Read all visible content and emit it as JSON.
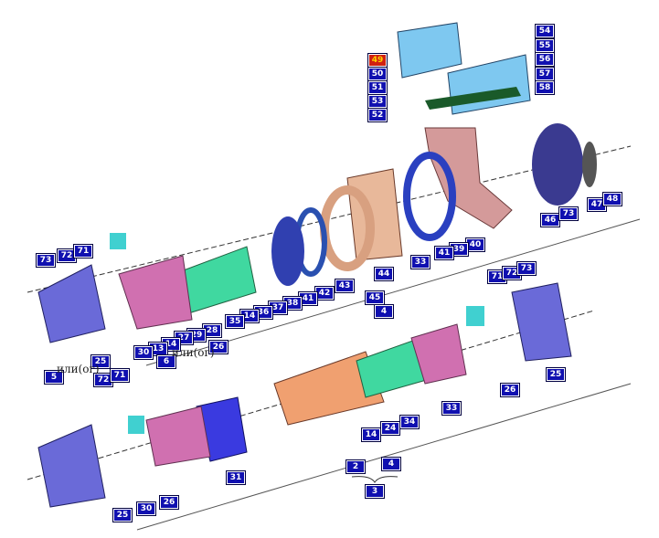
{
  "callouts": [
    {
      "id": "54"
    },
    {
      "id": "55"
    },
    {
      "id": "56"
    },
    {
      "id": "57"
    },
    {
      "id": "58"
    },
    {
      "id": "49",
      "highlight": true
    },
    {
      "id": "50"
    },
    {
      "id": "51"
    },
    {
      "id": "53"
    },
    {
      "id": "52"
    },
    {
      "id": "40"
    },
    {
      "id": "39"
    },
    {
      "id": "41"
    },
    {
      "id": "33"
    },
    {
      "id": "44"
    },
    {
      "id": "43"
    },
    {
      "id": "42"
    },
    {
      "id": "41"
    },
    {
      "id": "38"
    },
    {
      "id": "37"
    },
    {
      "id": "36"
    },
    {
      "id": "14"
    },
    {
      "id": "35"
    },
    {
      "id": "46"
    },
    {
      "id": "73"
    },
    {
      "id": "47"
    },
    {
      "id": "48"
    },
    {
      "id": "73"
    },
    {
      "id": "72"
    },
    {
      "id": "71"
    },
    {
      "id": "45"
    },
    {
      "id": "4"
    },
    {
      "id": "28"
    },
    {
      "id": "29"
    },
    {
      "id": "27"
    },
    {
      "id": "14"
    },
    {
      "id": "13"
    },
    {
      "id": "30"
    },
    {
      "id": "26"
    },
    {
      "id": "6"
    },
    {
      "id": "25"
    },
    {
      "id": "5"
    },
    {
      "id": "71"
    },
    {
      "id": "72"
    },
    {
      "id": "73"
    },
    {
      "id": "25"
    },
    {
      "id": "26"
    },
    {
      "id": "33"
    },
    {
      "id": "34"
    },
    {
      "id": "14"
    },
    {
      "id": "24"
    },
    {
      "id": "72"
    },
    {
      "id": "71"
    },
    {
      "id": "31"
    },
    {
      "id": "30"
    },
    {
      "id": "26"
    },
    {
      "id": "25"
    },
    {
      "id": "2"
    },
    {
      "id": "4"
    },
    {
      "id": "3"
    }
  ],
  "notes": [
    "или(ог)",
    "или(ог)"
  ],
  "colors": {
    "label_bg": "#1010b0",
    "highlight_bg": "#d02010"
  }
}
